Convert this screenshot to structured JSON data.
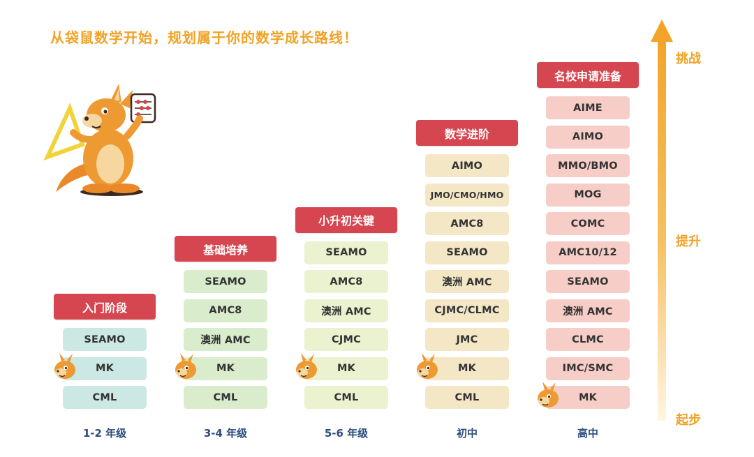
{
  "headline": "从袋鼠数学开始，规划属于你的数学成长路线！",
  "progress_axis": {
    "top_label": "挑战",
    "middle_label": "提升",
    "bottom_label": "起步"
  },
  "colors": {
    "headline": "#F2A224",
    "badge": "#D64650",
    "grade_label": "#2B4C7E",
    "arrow_top": "#F2A224",
    "stage1": "#CBE8E4",
    "stage2": "#D9ECCB",
    "stage3": "#EBF2CF",
    "stage4": "#F4E7C6",
    "stage5": "#F6CDC7"
  },
  "stages": [
    {
      "badge": "入门阶段",
      "grade": "1-2 年级",
      "color_key": "stage1",
      "mascot_item": "MK",
      "items": [
        "SEAMO",
        "MK",
        "CML"
      ]
    },
    {
      "badge": "基础培养",
      "grade": "3-4 年级",
      "color_key": "stage2",
      "mascot_item": "MK",
      "items": [
        "SEAMO",
        "AMC8",
        "澳洲 AMC",
        "MK",
        "CML"
      ]
    },
    {
      "badge": "小升初关键",
      "grade": "5-6 年级",
      "color_key": "stage3",
      "mascot_item": "MK",
      "items": [
        "SEAMO",
        "AMC8",
        "澳洲 AMC",
        "CJMC",
        "MK",
        "CML"
      ]
    },
    {
      "badge": "数学进阶",
      "grade": "初中",
      "color_key": "stage4",
      "mascot_item": "MK",
      "items": [
        "AIMO",
        "JMO/CMO/HMO",
        "AMC8",
        "SEAMO",
        "澳洲 AMC",
        "CJMC/CLMC",
        "JMC",
        "MK",
        "CML"
      ]
    },
    {
      "badge": "名校申请准备",
      "grade": "高中",
      "color_key": "stage5",
      "mascot_item": "MK",
      "items": [
        "AIME",
        "AIMO",
        "MMO/BMO",
        "MOG",
        "COMC",
        "AMC10/12",
        "SEAMO",
        "澳洲 AMC",
        "CLMC",
        "IMC/SMC",
        "MK"
      ]
    }
  ],
  "icons": {
    "hero": "kangaroo-mascot-icon",
    "mini": "kangaroo-face-icon",
    "arrow": "upward-arrow-icon"
  }
}
